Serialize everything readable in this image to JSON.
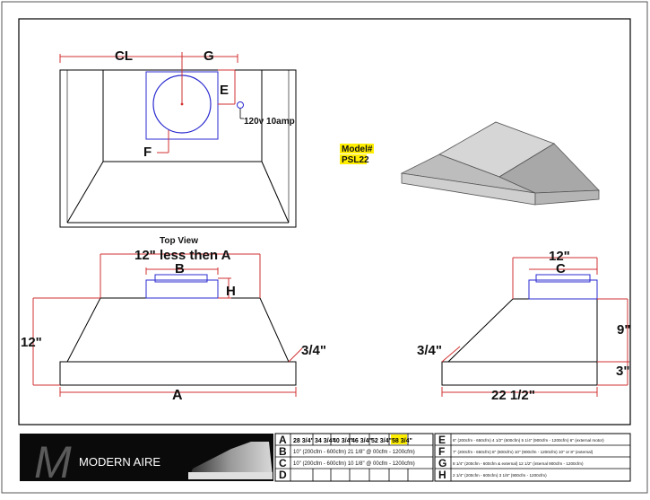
{
  "colors": {
    "dimension_line": "#d23030",
    "blower_outline": "#2a2ad0",
    "model_highlight": "#ffee00",
    "width_highlight": "#ffee00",
    "hood_fill": "#c8c8c8",
    "hood_dark": "#9a9a9a",
    "logo_bg": "#0a0a0a"
  },
  "top_view": {
    "label": "Top View",
    "centerline": "CL",
    "dim_g": "G",
    "dim_e": "E",
    "dim_f": "F",
    "electrical": "120v 10amp"
  },
  "model": {
    "label": "Model#",
    "number": "PSL22"
  },
  "front_view": {
    "top_width": "12\" less then A",
    "blower_label": "B",
    "dim_h": "H",
    "height_left": "12\"",
    "lip": "3/4\"",
    "width_label": "A"
  },
  "side_view": {
    "top_depth": "12\"",
    "blower_label": "C",
    "lip": "3/4\"",
    "height_right": "9\"",
    "base_height": "3\"",
    "depth": "22 1/2\""
  },
  "logo": {
    "monogram": "M",
    "brand": "MODERN AIRE"
  },
  "spec_table_left": {
    "rows": [
      {
        "key": "A",
        "cells": [
          "28 3/4\"",
          "34 3/4\"",
          "40 3/4\"",
          "46 3/4\"",
          "52 3/4\"",
          "58 3/4\""
        ],
        "highlight_index": 5
      },
      {
        "key": "B",
        "text": "10\" (200cfm - 600cfm) 21 1/8\" @ 00cfm - 1200cfm)"
      },
      {
        "key": "C",
        "text": "10\" (200cfm - 600cfm) 10 1/8\" @ 00cfm - 1200cfm)"
      },
      {
        "key": "D",
        "text": ""
      }
    ]
  },
  "spec_table_right": {
    "rows": [
      {
        "key": "E",
        "text": "6\" (200cfm - 650cfm) 4 1/2\" (600cfm) 5 1/4\" (900cfm - 1200cfm) 6\" (external motor)"
      },
      {
        "key": "F",
        "text": "7\" (200cfm - 650cfm) 8\" (600cfm) 10\" (900cfm - 1200cfm) 10\" or 8\" (external)"
      },
      {
        "key": "G",
        "text": "8 1/4\" (200cfm - 600cfm & external) 12 1/2\" (internal 900cfm - 1200cfm)"
      },
      {
        "key": "H",
        "text": "2 1/4\" (200cfm - 600cfm) 3 1/8\" (900cfm - 1200cfm)"
      }
    ]
  }
}
